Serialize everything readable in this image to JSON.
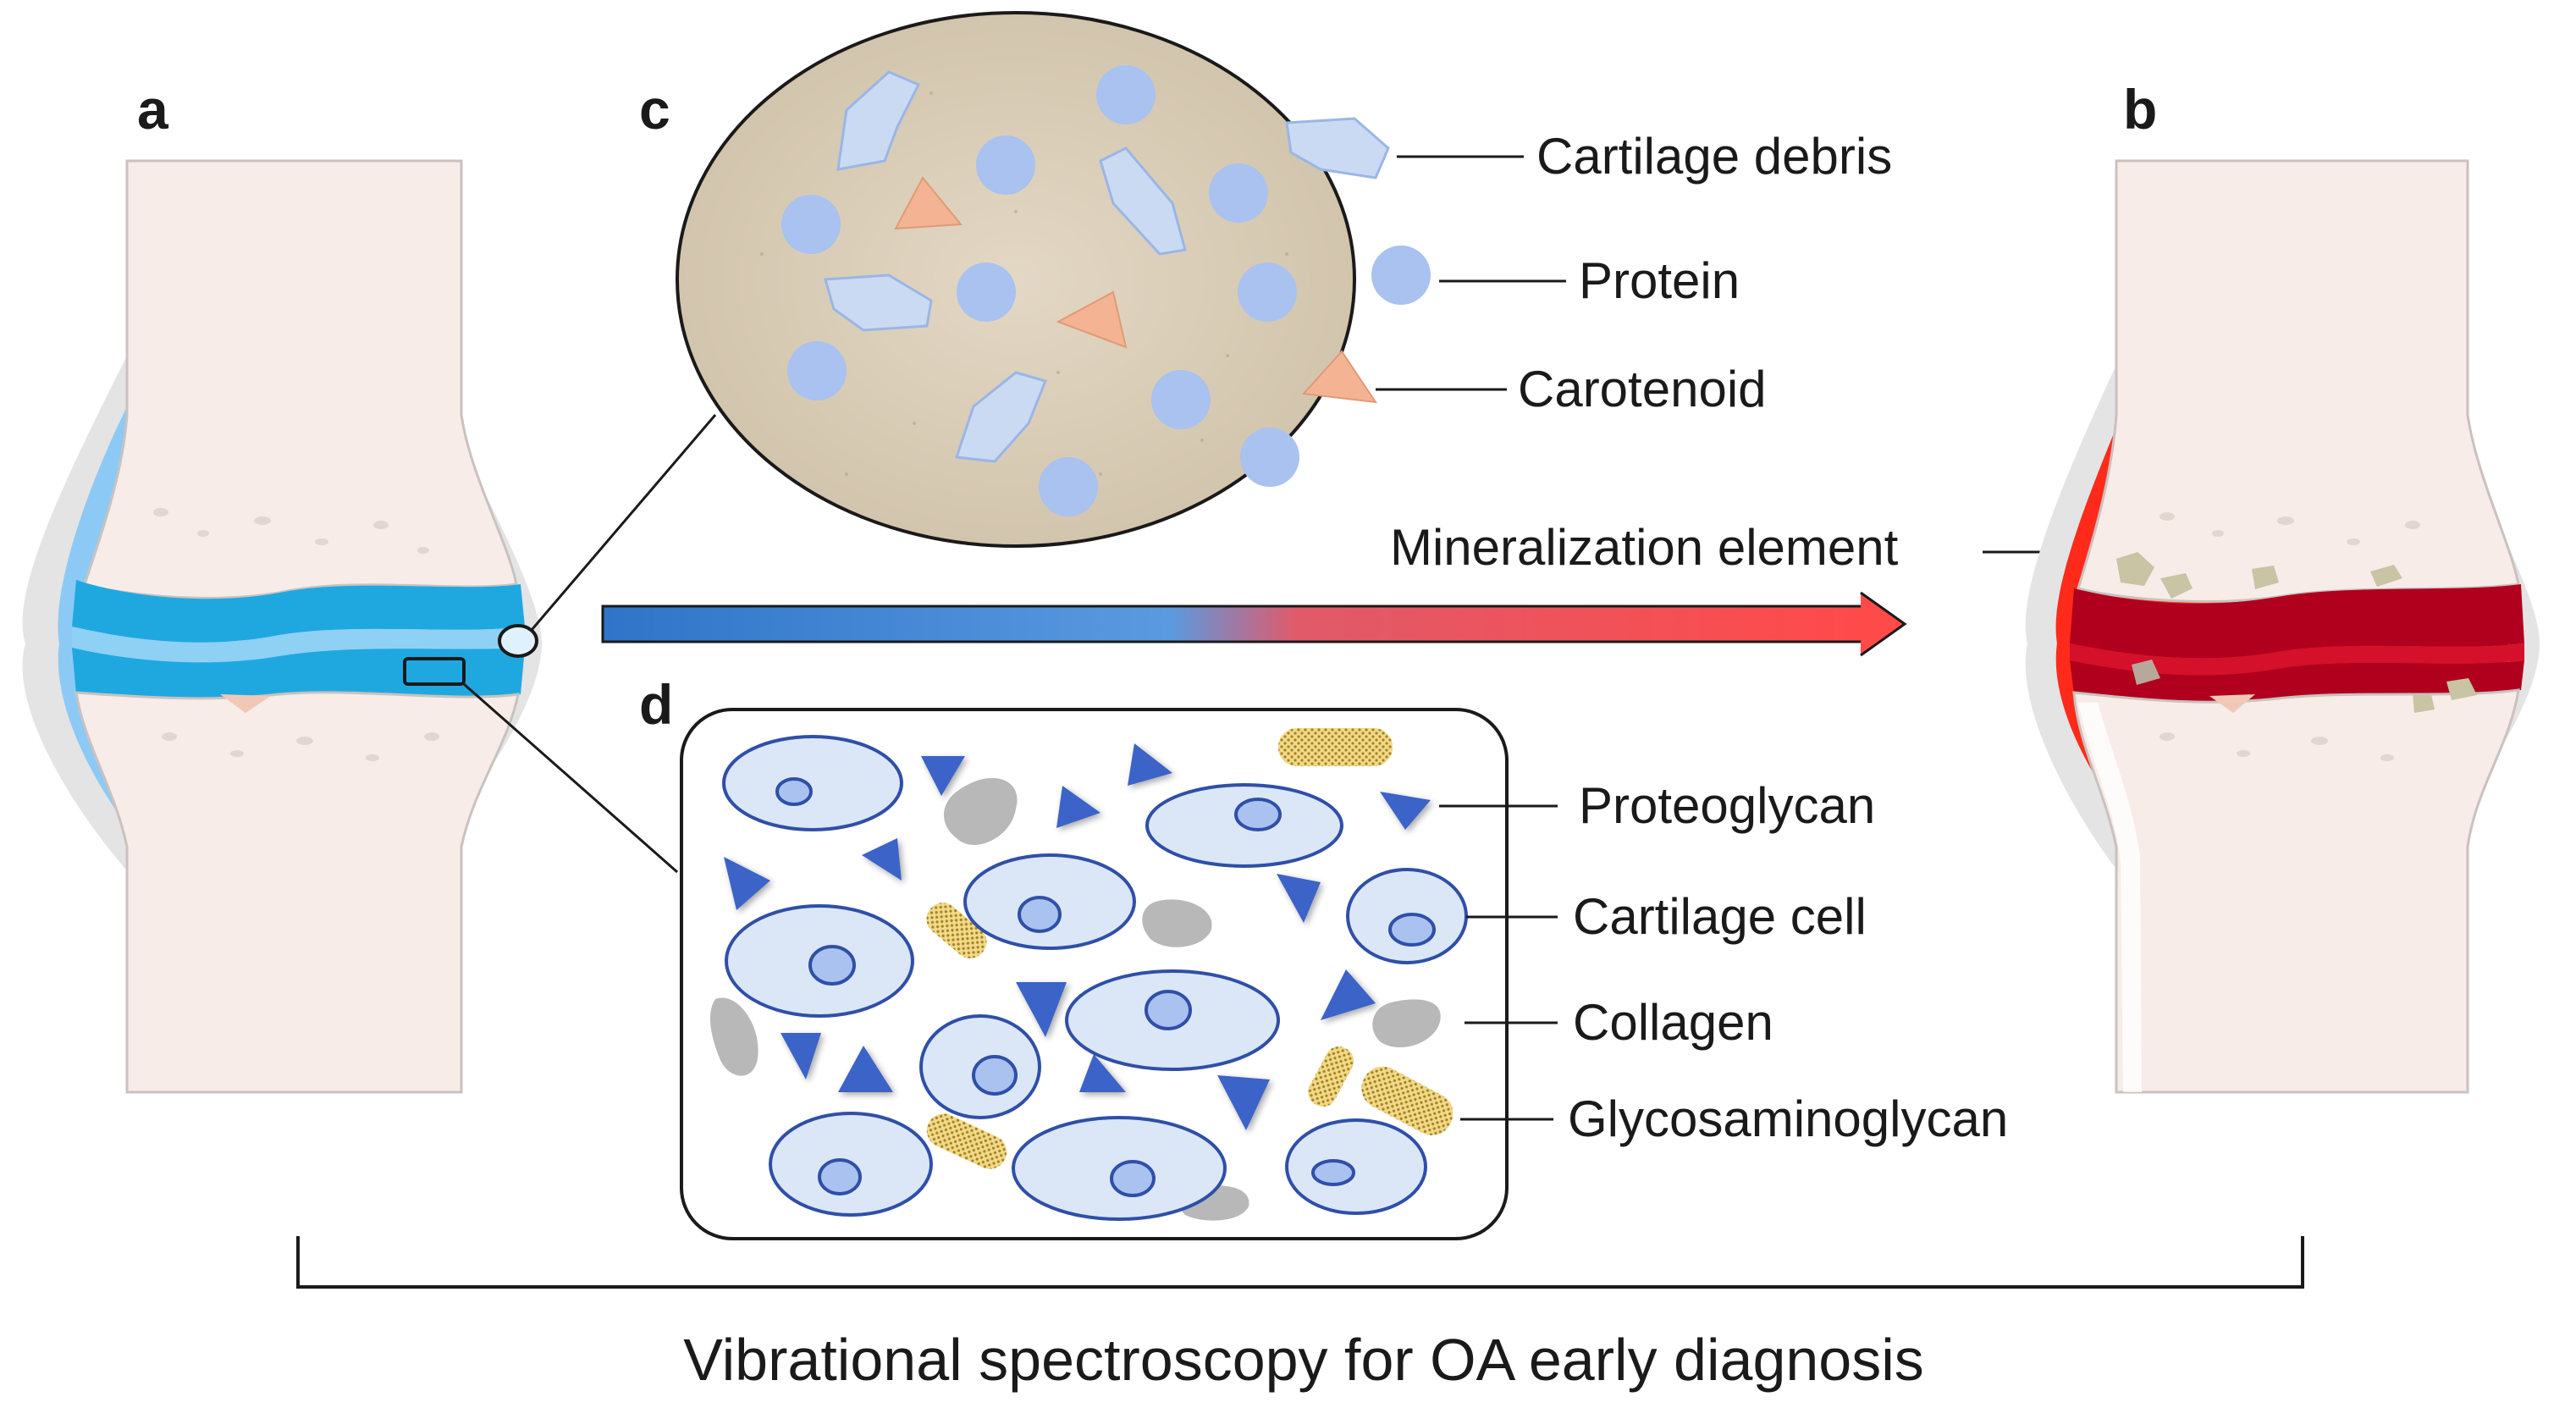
{
  "panels": {
    "a": "a",
    "b": "b",
    "c": "c",
    "d": "d"
  },
  "synovial_fluid_labels": {
    "cartilage_debris": "Cartilage debris",
    "protein": "Protein",
    "carotenoid": "Carotenoid"
  },
  "mineralization_label": "Mineralization element",
  "cartilage_labels": {
    "proteoglycan": "Proteoglycan",
    "cartilage_cell": "Cartilage cell",
    "collagen": "Collagen",
    "glycosaminoglycan": "Glycosaminoglycan"
  },
  "caption": "Vibrational spectroscopy for OA early diagnosis",
  "colors": {
    "bone": "#f7ece8",
    "bone_outline": "#c9c2bf",
    "healthy_cartilage": "#1fa8e0",
    "healthy_capsule": "#8ccaf5",
    "oa_cartilage": "#b0001e",
    "oa_capsule": "#ff2a1a",
    "synovial_fluid": "#d9cdb8",
    "protein": "#a9c2ef",
    "carotenoid": "#f4b392",
    "cell_fill": "#dbe7f7",
    "cell_outline": "#2f4fa8",
    "proteoglycan": "#3a63c8",
    "collagen": "#b8b8b8",
    "glycosaminoglycan": "#d8b650",
    "arrow_start": "#2f74c8",
    "arrow_end": "#ff4a4a"
  }
}
